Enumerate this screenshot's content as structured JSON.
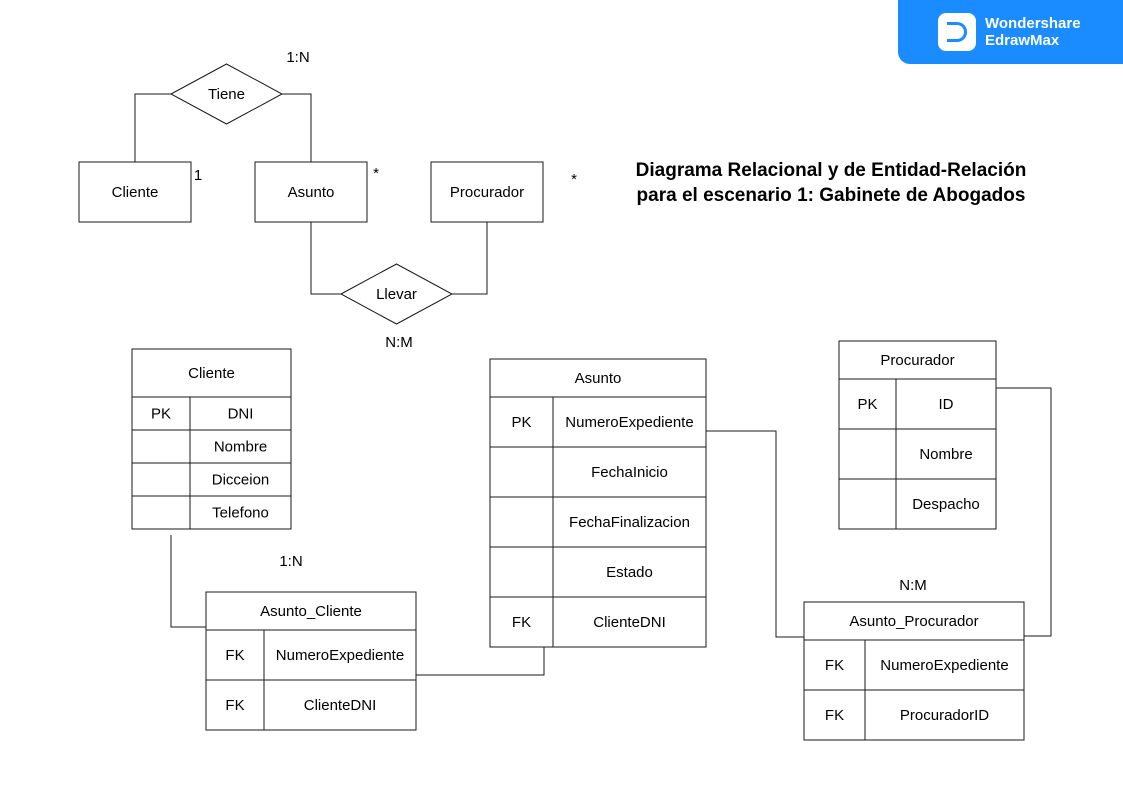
{
  "title": {
    "line1": "Diagrama Relacional y de Entidad-Relación",
    "line2": "para el escenario 1: Gabinete de Abogados"
  },
  "brand": {
    "line1": "Wondershare",
    "line2": "EdrawMax",
    "color": "#1a8cff",
    "icon": "edrawmax-logo-icon"
  },
  "er": {
    "entities": {
      "cliente": "Cliente",
      "asunto": "Asunto",
      "procurador": "Procurador"
    },
    "relationships": {
      "tiene": "Tiene",
      "llevar": "Llevar"
    },
    "labels": {
      "tiene_card": "1:N",
      "cliente_mult": "1",
      "asunto_mult": "*",
      "procurador_mult": "*",
      "llevar_card": "N:M"
    }
  },
  "relational": {
    "tables": {
      "cliente": {
        "name": "Cliente",
        "rows": [
          [
            "PK",
            "DNI"
          ],
          [
            "",
            "Nombre"
          ],
          [
            "",
            "Dicceion"
          ],
          [
            "",
            "Telefono"
          ]
        ]
      },
      "asunto": {
        "name": "Asunto",
        "rows": [
          [
            "PK",
            "NumeroExpediente"
          ],
          [
            "",
            "FechaInicio"
          ],
          [
            "",
            "FechaFinalizacion"
          ],
          [
            "",
            "Estado"
          ],
          [
            "FK",
            "ClienteDNI"
          ]
        ]
      },
      "procurador": {
        "name": "Procurador",
        "rows": [
          [
            "PK",
            "ID"
          ],
          [
            "",
            "Nombre"
          ],
          [
            "",
            "Despacho"
          ]
        ]
      },
      "asunto_cliente": {
        "name": "Asunto_Cliente",
        "rows": [
          [
            "FK",
            "NumeroExpediente"
          ],
          [
            "FK",
            "ClienteDNI"
          ]
        ]
      },
      "asunto_procurador": {
        "name": "Asunto_Procurador",
        "rows": [
          [
            "FK",
            "NumeroExpediente"
          ],
          [
            "FK",
            "ProcuradorID"
          ]
        ]
      }
    },
    "labels": {
      "asunto_cliente_card": "1:N",
      "asunto_procurador_card": "N:M"
    }
  }
}
